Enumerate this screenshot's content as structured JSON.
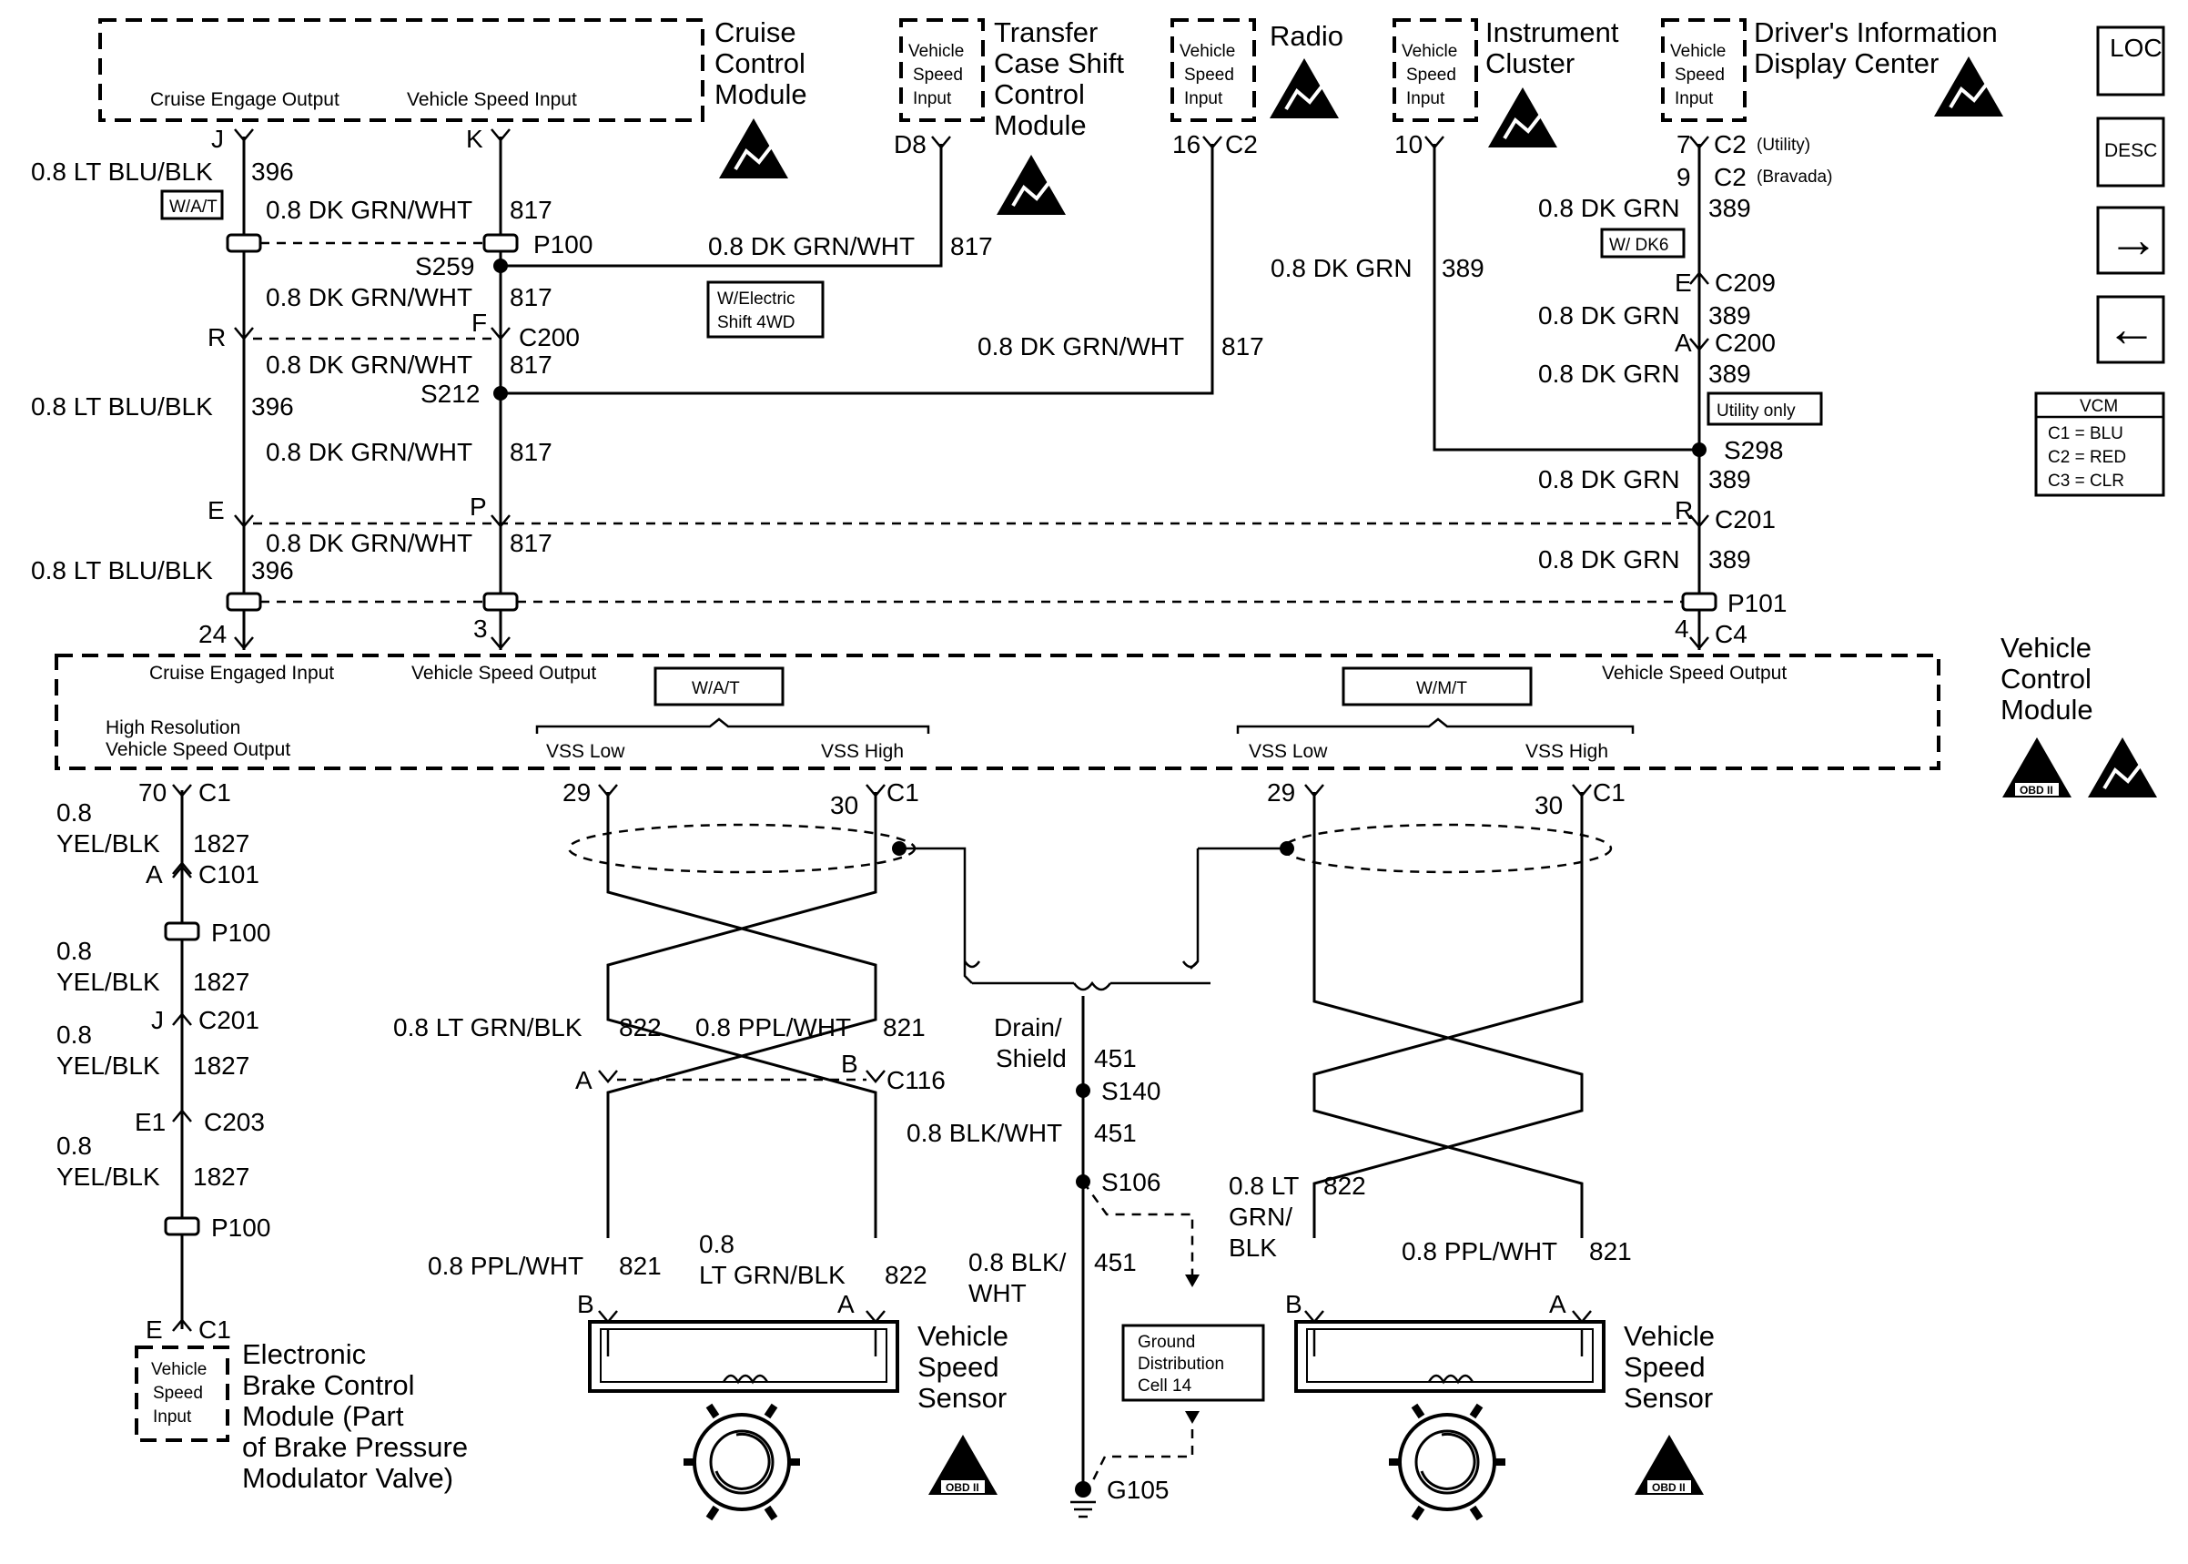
{
  "components": {
    "cruise": {
      "title": [
        "Cruise",
        "Control",
        "Module"
      ],
      "pins": {
        "engage": "Cruise Engage Output",
        "speed": "Vehicle Speed Input"
      }
    },
    "transfer": {
      "title": [
        "Transfer",
        "Case Shift",
        "Control",
        "Module"
      ]
    },
    "radio": {
      "title": [
        "Radio"
      ]
    },
    "cluster": {
      "title": [
        "Instrument",
        "Cluster"
      ]
    },
    "dic": {
      "title": [
        "Driver's Information",
        "Display Center"
      ]
    },
    "vehicle_speed_input": [
      "Vehicle",
      "Speed",
      "Input"
    ],
    "vcm": {
      "title": [
        "Vehicle",
        "Control",
        "Module"
      ],
      "cruise_engaged_input": "Cruise Engaged Input",
      "vehicle_speed_output": "Vehicle Speed Output",
      "high_res": [
        "High Resolution",
        "Vehicle Speed Output"
      ],
      "wat": "W/A/T",
      "wmt": "W/M/T",
      "vss_low": "VSS Low",
      "vss_high": "VSS High"
    },
    "ebcm": {
      "title": [
        "Electronic",
        "Brake Control",
        "Module (Part",
        "of Brake Pressure",
        "Modulator Valve)"
      ]
    },
    "vss": {
      "title": [
        "Vehicle",
        "Speed",
        "Sensor"
      ]
    },
    "ground_cell": [
      "Ground",
      "Distribution",
      "Cell 14"
    ],
    "obd": "OBD II"
  },
  "tags": {
    "wat": "W/A/T",
    "electric_shift": [
      "W/Electric",
      "Shift 4WD"
    ],
    "dk6": "W/ DK6",
    "utility_only": "Utility only"
  },
  "legend": {
    "loc": "LOC",
    "desc": "DESC",
    "arrow_right": "→",
    "arrow_left": "←",
    "vcm_title": "VCM",
    "vcm_rows": [
      "C1 = BLU",
      "C2 = RED",
      "C3 = CLR"
    ]
  },
  "pins": {
    "J": "J",
    "K": "K",
    "D8": "D8",
    "16": "16",
    "C2": "C2",
    "10": "10",
    "7": "7",
    "utility": "(Utility)",
    "9": "9",
    "bravada": "(Bravada)",
    "R": "R",
    "F": "F",
    "C200": "C200",
    "E": "E",
    "P": "P",
    "24": "24",
    "3": "3",
    "4": "4",
    "C4": "C4",
    "70": "70",
    "C1": "C1",
    "A": "A",
    "C101": "C101",
    "C201": "C201",
    "E1": "E1",
    "C203": "C203",
    "29": "29",
    "30": "30",
    "B": "B",
    "C116": "C116",
    "C209": "C209"
  },
  "splices": {
    "P100": "P100",
    "S259": "S259",
    "S212": "S212",
    "S298": "S298",
    "C201": "C201",
    "P101": "P101",
    "S140": "S140",
    "S106": "S106",
    "G105": "G105"
  },
  "wires": {
    "ltblu_blk": "0.8 LT BLU/BLK",
    "c396": "396",
    "dkgrn_wht": "0.8 DK GRN/WHT",
    "c817": "817",
    "dkgrn": "0.8 DK GRN",
    "c389": "389",
    "yel_blk_a": "0.8",
    "yel_blk_b": "YEL/BLK",
    "c1827": "1827",
    "ltgrn_blk": "0.8 LT GRN/BLK",
    "c822": "822",
    "ppl_wht": "0.8 PPL/WHT",
    "c821": "821",
    "drain_a": "Drain/",
    "drain_b": "Shield",
    "c451": "451",
    "blk_wht": "0.8 BLK/WHT",
    "blk_wht_a": "0.8 BLK/",
    "blk_wht_b": "WHT",
    "ltgrn_split_a": "0.8",
    "ltgrn_split_b": "LT GRN/BLK",
    "ltgrn3_a": "0.8 LT",
    "ltgrn3_b": "GRN/",
    "ltgrn3_c": "BLK"
  }
}
